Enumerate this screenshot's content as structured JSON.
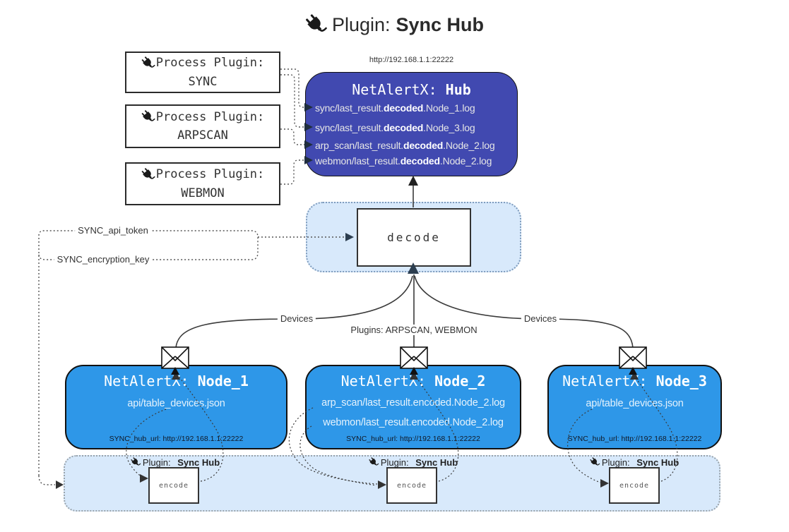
{
  "title": {
    "prefix": "Plugin:",
    "name": "Sync Hub"
  },
  "process_plugins": [
    {
      "label": "Process Plugin:",
      "name": "SYNC"
    },
    {
      "label": "Process Plugin:",
      "name": "ARPSCAN"
    },
    {
      "label": "Process Plugin:",
      "name": "WEBMON"
    }
  ],
  "hub": {
    "url": "http://192.168.1.1:22222",
    "title_prefix": "NetAlertX:",
    "title_name": "Hub",
    "logs": [
      {
        "pre": "sync/last_result.",
        "bold": "decoded",
        "post": ".Node_1.log"
      },
      {
        "pre": "sync/last_result.",
        "bold": "decoded",
        "post": ".Node_3.log"
      },
      {
        "pre": "arp_scan/last_result.",
        "bold": "decoded",
        "post": ".Node_2.log"
      },
      {
        "pre": "webmon/last_result.",
        "bold": "decoded",
        "post": ".Node_2.log"
      }
    ]
  },
  "decode": {
    "label": "decode"
  },
  "tokens": {
    "api_token": "SYNC_api_token",
    "encryption_key": "SYNC_encryption_key"
  },
  "edges": {
    "devices_left": "Devices",
    "devices_right": "Devices",
    "plugins_mid": "Plugins: ARPSCAN, WEBMON"
  },
  "nodes": [
    {
      "title_prefix": "NetAlertX:",
      "title_name": "Node_1",
      "files": [
        "api/table_devices.json"
      ],
      "hub_url": "SYNC_hub_url: http://192.168.1.1:22222"
    },
    {
      "title_prefix": "NetAlertX:",
      "title_name": "Node_2",
      "files": [
        "arp_scan/last_result.encoded.Node_2.log",
        "webmon/last_result.encoded.Node_2.log"
      ],
      "hub_url": "SYNC_hub_url: http://192.168.1.1:22222"
    },
    {
      "title_prefix": "NetAlertX:",
      "title_name": "Node_3",
      "files": [
        "api/table_devices.json"
      ],
      "hub_url": "SYNC_hub_url: http://192.168.1.1:22222"
    }
  ],
  "encoders": [
    {
      "label_prefix": "Plugin:",
      "label_name": "Sync Hub",
      "box_label": "encode"
    },
    {
      "label_prefix": "Plugin:",
      "label_name": "Sync Hub",
      "box_label": "encode"
    },
    {
      "label_prefix": "Plugin:",
      "label_name": "Sync Hub",
      "box_label": "encode"
    }
  ],
  "colors": {
    "hub_fill": "#4149b0",
    "node_fill": "#2e97e8",
    "band_fill": "#d8e9fb",
    "decode_border": "#7f9cbd",
    "bottomband_border": "#99a3ab",
    "arrow_navy": "#2c3e50"
  }
}
